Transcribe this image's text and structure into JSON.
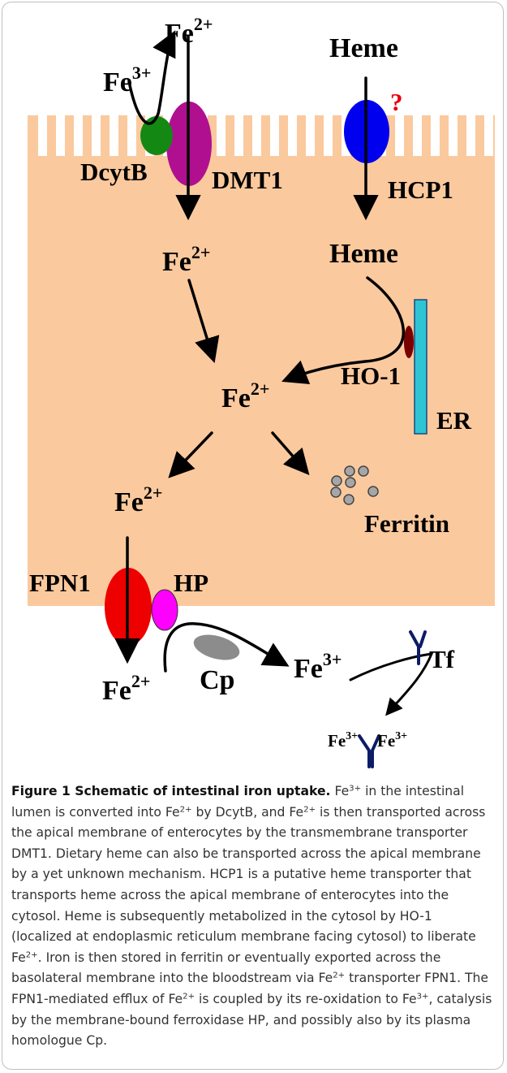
{
  "labels": {
    "fe2_top": "Fe",
    "fe2_top_sup": "2+",
    "fe3_top": "Fe",
    "fe3_top_sup": "3+",
    "heme_top": "Heme",
    "question": "?",
    "dcytb": "DcytB",
    "dmt1": "DMT1",
    "hcp1": "HCP1",
    "fe2_mid": "Fe",
    "fe2_mid_sup": "2+",
    "heme_mid": "Heme",
    "fe2_center": "Fe",
    "fe2_center_sup": "2+",
    "ho1": "HO-1",
    "er": "ER",
    "fe2_left": "Fe",
    "fe2_left_sup": "2+",
    "ferritin": "Ferritin",
    "fpn1": "FPN1",
    "hp": "HP",
    "fe2_bottom": "Fe",
    "fe2_bottom_sup": "2+",
    "cp": "Cp",
    "fe3_bottom": "Fe",
    "fe3_bottom_sup": "3+",
    "tf": "Tf",
    "fe3_tf_left": "Fe",
    "fe3_tf_left_sup": "3+",
    "fe3_tf_right": "Fe",
    "fe3_tf_right_sup": "3+"
  },
  "colors": {
    "cell": "#fbc99e",
    "dcytb": "#138813",
    "dmt1": "#b0108f",
    "hcp1": "#0000ee",
    "fpn1": "#ee0000",
    "hp": "#ff00ff",
    "cp": "#8c8c8c",
    "ho1": "#7a0000",
    "er": "#2ec4d6",
    "tf": "#0d1c66",
    "question": "#e8000b"
  },
  "caption": {
    "title": "Figure 1 Schematic of intestinal iron uptake.",
    "p1": "Fe",
    "s1": "3+",
    "p2": " in the intestinal lumen is converted into Fe",
    "s2": "2+",
    "p3": " by DcytB, and Fe",
    "s3": "2+",
    "p4": " is then transported across the apical membrane of enterocytes by the transmembrane transporter DMT1. Dietary heme can also be transported across the apical membrane by a yet unknown mechanism. HCP1 is a putative heme transporter that transports heme across the apical membrane of enterocytes into the cytosol. Heme is subsequently metabolized in the cytosol by HO-1 (localized at endoplasmic reticulum membrane facing cytosol) to liberate Fe",
    "s4": "2+",
    "p5": ". Iron is then stored in ferritin or eventually exported across the basolateral membrane into the bloodstream via Fe",
    "s5": "2+",
    "p6": " transporter FPN1. The FPN1-mediated efflux of Fe",
    "s6": "2+",
    "p7": " is coupled by its re-oxidation to Fe",
    "s7": "3+",
    "p8": ", catalysis by the membrane-bound ferroxidase HP, and possibly also by its plasma homologue Cp."
  }
}
